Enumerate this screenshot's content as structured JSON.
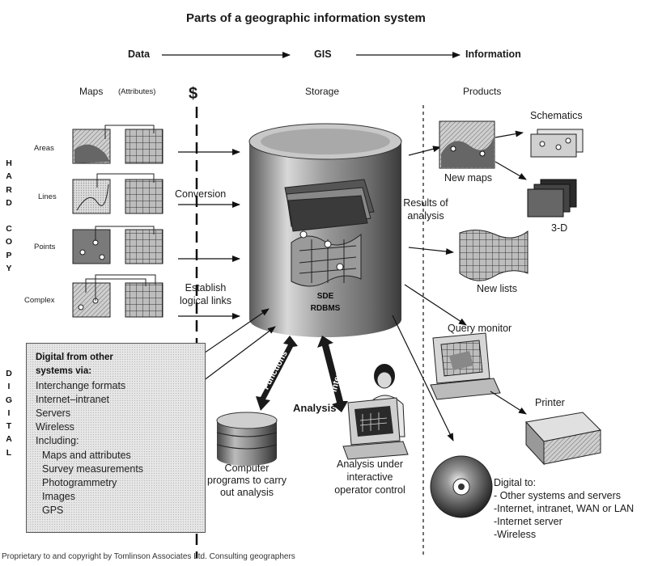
{
  "title": "Parts of a geographic information system",
  "flow": {
    "data": "Data",
    "gis": "GIS",
    "information": "Information"
  },
  "columns": {
    "maps": "Maps",
    "attributes": "(Attributes)",
    "dollar": "$",
    "storage": "Storage",
    "products": "Products"
  },
  "hard_copy_letters": [
    "H",
    "A",
    "R",
    "D",
    "",
    "C",
    "O",
    "P",
    "Y"
  ],
  "digital_letters": [
    "D",
    "I",
    "G",
    "I",
    "T",
    "A",
    "L"
  ],
  "map_types": [
    "Areas",
    "Lines",
    "Points",
    "Complex"
  ],
  "middle_labels": {
    "conversion": "Conversion",
    "establish": [
      "Establish",
      "logical links"
    ],
    "results": [
      "Results of",
      "analysis"
    ]
  },
  "database": {
    "line1": "SDE",
    "line2": "RDBMS"
  },
  "products": {
    "schematics": "Schematics",
    "new_maps": "New maps",
    "three_d": "3-D",
    "new_lists": "New lists",
    "query_monitor": "Query monitor",
    "printer": "Printer"
  },
  "digital_box": {
    "heading": [
      "Digital from other",
      "systems via:"
    ],
    "items": [
      "Interchange formats",
      "Internet–intranet",
      "Servers",
      "Wireless",
      "Including:",
      "Maps and attributes",
      "Survey measurements",
      "Photogrammetry",
      "Images",
      "GPS"
    ]
  },
  "analysis": {
    "label": "Analysis",
    "functions": "Functions",
    "interactive": "Interactive",
    "computer_programs": [
      "Computer",
      "programs to carry",
      "out analysis"
    ],
    "operator": [
      "Analysis under",
      "interactive",
      "operator control"
    ]
  },
  "digital_to": [
    "Digital to:",
    "- Other systems and servers",
    "-Internet, intranet, WAN or LAN",
    "-Internet server",
    "-Wireless"
  ],
  "footer": "Proprietary to and copyright by Tomlinson Associates Ltd. Consulting geographers"
}
